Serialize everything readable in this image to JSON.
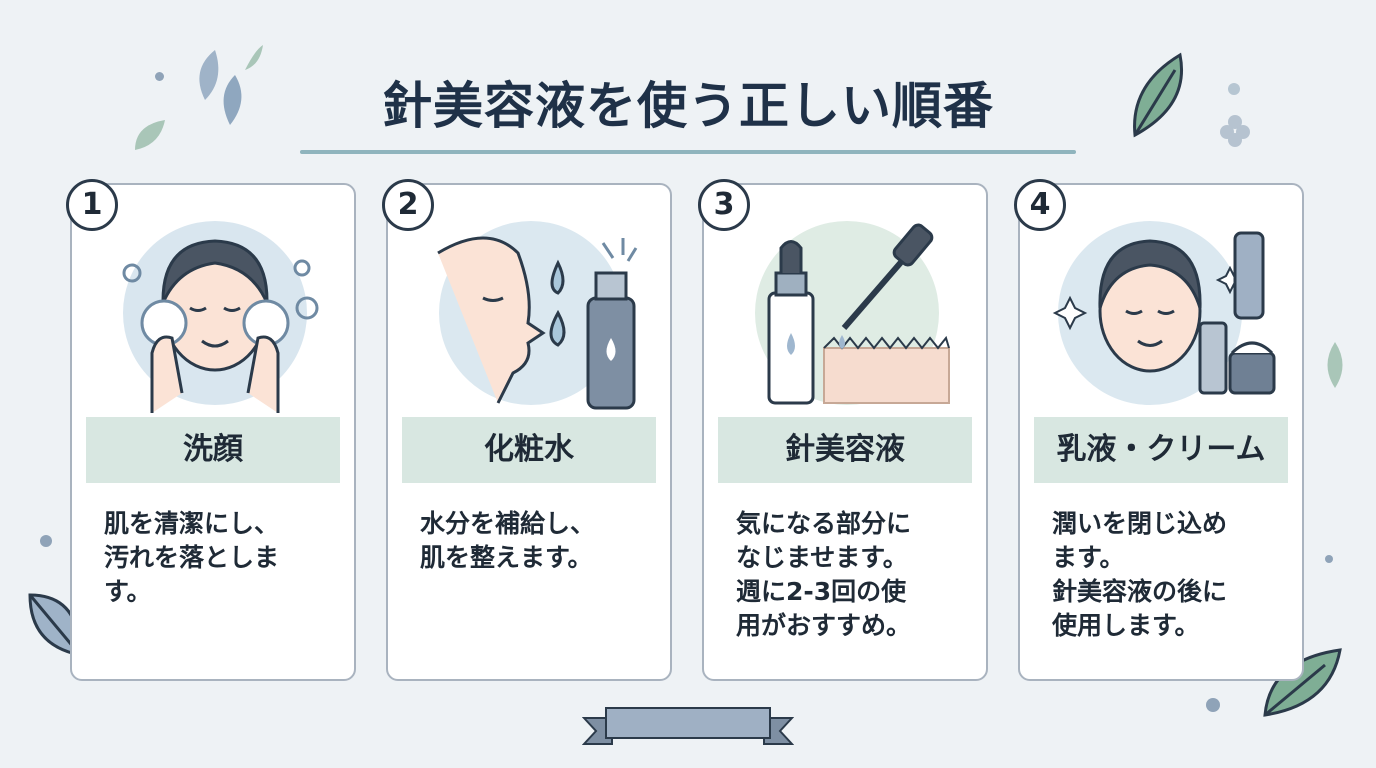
{
  "title": "針美容液を使う正しい順番",
  "steps": [
    {
      "number": "1",
      "label": "洗顔",
      "lines": [
        "肌を清潔にし、",
        "汚れを落としま",
        "す。"
      ]
    },
    {
      "number": "2",
      "label": "化粧水",
      "lines": [
        "水分を補給し、",
        "肌を整えます。"
      ]
    },
    {
      "number": "3",
      "label": "針美容液",
      "lines": [
        "気になる部分に",
        "なじませます。",
        "週に2-3回の使",
        "用がおすすめ。"
      ]
    },
    {
      "number": "4",
      "label": "乳液・クリーム",
      "lines": [
        "潤いを閉じ込め",
        "ます。",
        "針美容液の後に",
        "使用します。"
      ]
    }
  ],
  "icons": [
    "face-wash-icon",
    "toner-icon",
    "serum-dropper-icon",
    "cream-icon"
  ],
  "colors": {
    "accent": "#8fb4bd",
    "label_bg": "#d8e7e1",
    "border": "#a9b3bf",
    "text": "#1f2a36"
  }
}
